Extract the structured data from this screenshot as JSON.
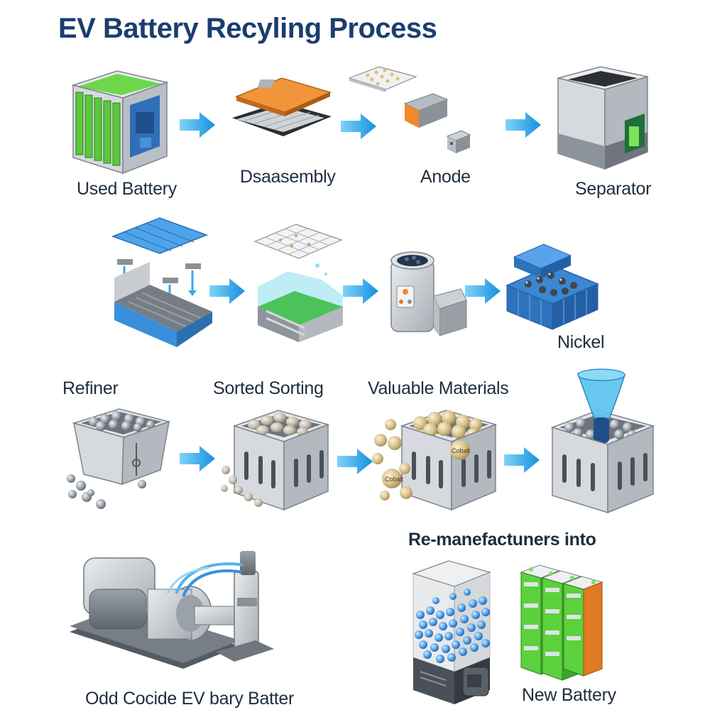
{
  "title": "EV Battery Recyling Process",
  "colors": {
    "title": "#1b3e6e",
    "arrow": "#1fa3e8",
    "cell_green": "#5cd13d",
    "cell_orange": "#e07a24",
    "module_blue": "#3a7fc6",
    "steel_gray": "#c9cdd2"
  },
  "row1": [
    {
      "label": "Used Battery",
      "icon": "battery-pack-icon"
    },
    {
      "label": "Dsaasembly",
      "icon": "disassembly-layers-icon"
    },
    {
      "label": "Anode",
      "icon": "anode-components-icon"
    },
    {
      "label": "Separator",
      "icon": "separator-tank-icon"
    }
  ],
  "row2": [
    {
      "label": "",
      "icon": "tray-lid-icon"
    },
    {
      "label": "",
      "icon": "shredding-water-icon"
    },
    {
      "label": "",
      "icon": "refiner-machine-icon"
    },
    {
      "label": "Nickel",
      "icon": "nickel-blocks-icon"
    }
  ],
  "row3": [
    {
      "label": "Refiner",
      "icon": "refiner-bin-icon"
    },
    {
      "label": "Sorted Sorting",
      "icon": "sorted-bin-icon"
    },
    {
      "label": "Valuable Materials",
      "icon": "materials-bin-icon",
      "ball_text": "Cobalt"
    },
    {
      "label": "",
      "icon": "nozzle-bin-icon"
    }
  ],
  "row4": [
    {
      "label": "Odd Cocide EV bary Batter",
      "icon": "pump-machine-icon"
    },
    {
      "label": "Re-manefactuners into",
      "icon": ""
    },
    {
      "label": "New Battery",
      "icon": "new-battery-icon"
    }
  ]
}
